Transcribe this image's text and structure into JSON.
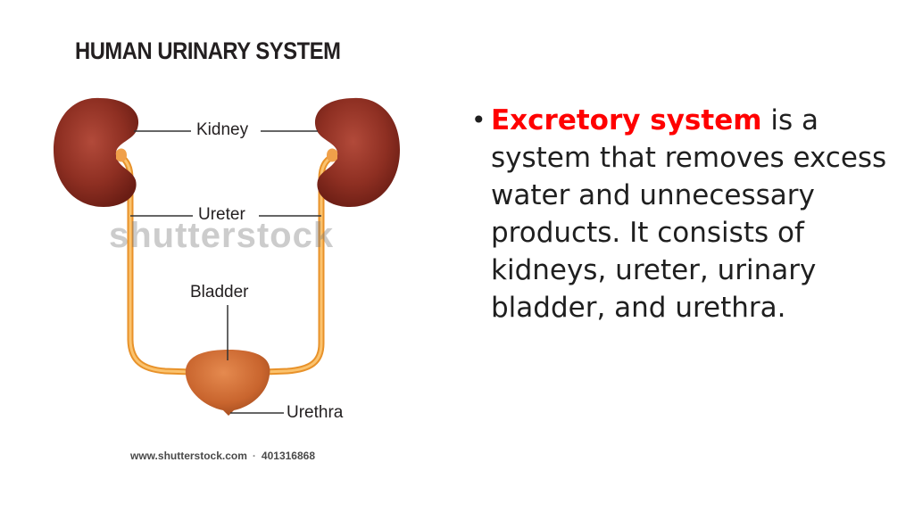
{
  "diagram": {
    "title": "HUMAN URINARY SYSTEM",
    "labels": {
      "kidney": "Kidney",
      "ureter": "Ureter",
      "bladder": "Bladder",
      "urethra": "Urethra"
    },
    "watermark": "shutterstock",
    "credit_site": "www.shutterstock.com",
    "credit_separator": "·",
    "credit_id": "401316868"
  },
  "bullet": {
    "symbol": "•",
    "highlight": "Excretory system",
    "rest": " is a system that removes excess water and unnecessary products. It consists of kidneys, ureter, urinary bladder, and urethra."
  },
  "colors": {
    "highlight": "#ff0000",
    "kidney": "#8e2f22",
    "ureter": "#f2a33a",
    "bladder": "#c9652e",
    "text": "#1f1f1f"
  }
}
